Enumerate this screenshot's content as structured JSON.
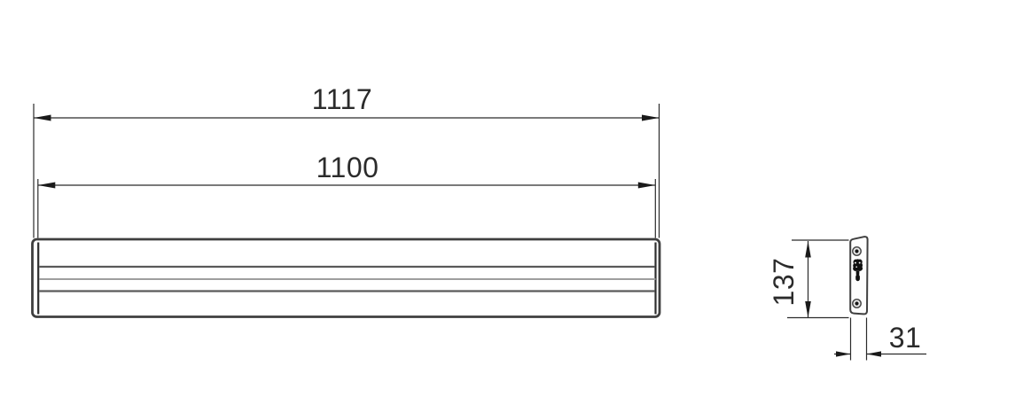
{
  "drawing": {
    "kind": "technical-dimension-drawing",
    "views": {
      "front": {
        "dim_overall_length": "1117",
        "dim_inner_length": "1100"
      },
      "side": {
        "dim_height": "137",
        "dim_depth": "31"
      }
    },
    "colors": {
      "line": "#2b2b2b",
      "edge": "#3f3f3f",
      "groove_dark": "#5a5a5a",
      "groove_light": "#9e9e9e",
      "slot_fill": "#111111",
      "background": "#ffffff"
    }
  }
}
